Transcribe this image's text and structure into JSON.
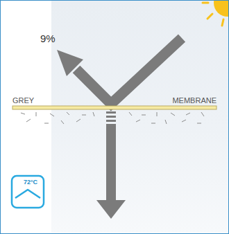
{
  "diagram": {
    "labels": [
      "9%",
      "GREY",
      "MEMBRANE",
      "72°C"
    ]
  }
}
